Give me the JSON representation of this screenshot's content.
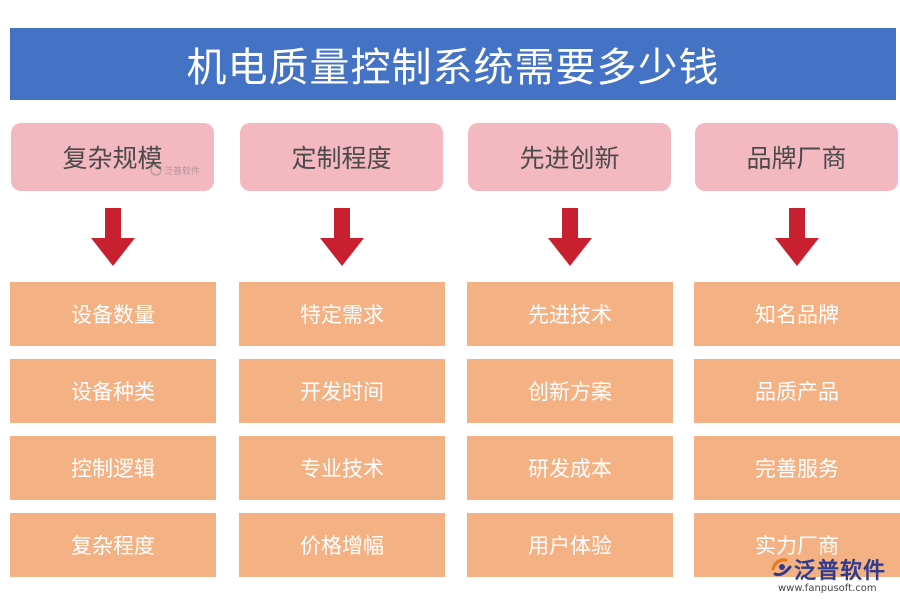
{
  "title": "机电质量控制系统需要多少钱",
  "columns": [
    {
      "header": "复杂规模",
      "items": [
        "设备数量",
        "设备种类",
        "控制逻辑",
        "复杂程度"
      ]
    },
    {
      "header": "定制程度",
      "items": [
        "特定需求",
        "开发时间",
        "专业技术",
        "价格增幅"
      ]
    },
    {
      "header": "先进创新",
      "items": [
        "先进技术",
        "创新方案",
        "研发成本",
        "用户体验"
      ]
    },
    {
      "header": "品牌厂商",
      "items": [
        "知名品牌",
        "品质产品",
        "完善服务",
        "实力厂商"
      ]
    }
  ],
  "watermark_small": "泛普软件",
  "logo": {
    "name": "泛普软件",
    "url": "www.fanpusoft.com"
  },
  "colors": {
    "title_bg": "#4472c4",
    "header_bg": "#f4b8c1",
    "item_bg": "#f4b183",
    "arrow": "#c8202f"
  }
}
